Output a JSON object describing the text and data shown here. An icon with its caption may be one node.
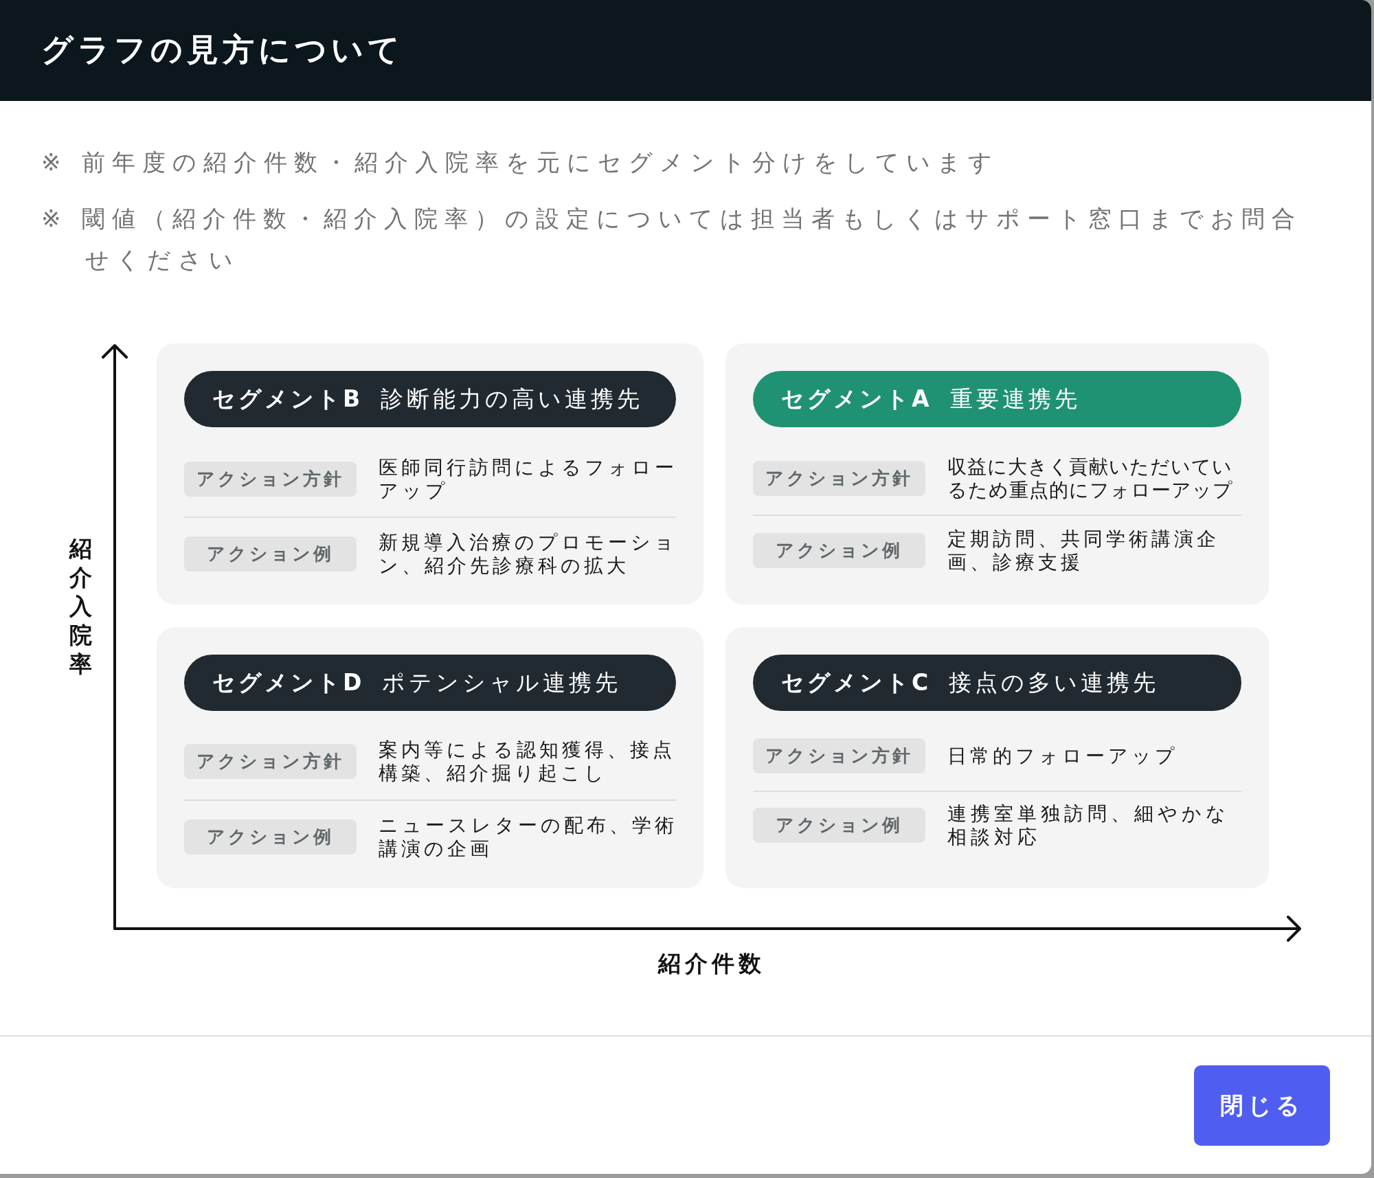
{
  "diagram": {
    "title": "グラフの見方について",
    "nodes": [
      {
        "text": [],
        "shape": "box"
      },
      {
        "text": [
          "セグメントB",
          "診断能力の高い連携先"
        ],
        "in": 0
      },
      {
        "text": [
          "アクション方針"
        ],
        "in": 0,
        "beside": [
          "医師同行訪問によるフォローアップ"
        ]
      },
      {
        "text": [
          "アクション例"
        ],
        "in": 0,
        "beside": [
          "新規導入治療のプロモーション、紹介先診療科の拡大"
        ]
      },
      {
        "text": [],
        "shape": "box"
      },
      {
        "text": [
          "セグメントA",
          "重要連携先"
        ],
        "in": 4
      },
      {
        "text": [
          "アクション方針"
        ],
        "in": 4,
        "beside": [
          "収益に大きく貢献いただいているため重点的にフォローアップ"
        ]
      },
      {
        "text": [
          "アクション例"
        ],
        "in": 4,
        "beside": [
          "定期訪問、共同学術講演企画、診療支援"
        ]
      },
      {
        "text": [],
        "shape": "box"
      },
      {
        "text": [
          "セグメントD",
          "ポテンシャル連携先"
        ],
        "in": 8
      },
      {
        "text": [
          "アクション方針"
        ],
        "in": 8,
        "beside": [
          "案内等による認知獲得、接点構築、紹介掘り起こし"
        ]
      },
      {
        "text": [
          "アクション例"
        ],
        "in": 8,
        "beside": [
          "ニュースレターの配布、学術講演の企画"
        ]
      },
      {
        "text": [],
        "shape": "box"
      },
      {
        "text": [
          "セグメントC",
          "接点の多い連携先"
        ],
        "in": 12
      },
      {
        "text": [
          "アクション方針"
        ],
        "in": 12,
        "beside": [
          "日常的フォローアップ"
        ]
      },
      {
        "text": [
          "アクション例"
        ],
        "in": 12,
        "beside": [
          "連携室単独訪問、細やかな相談対応"
        ]
      },
      {
        "text": [
          "閉じる"
        ]
      }
    ],
    "labels": [
      "※ 前年度の紹介件数・紹介入院率を元にセグメント分けをしています",
      "※ 閾値（紹介件数・紹介入院率）の設定については担当者もしくはサポート窓口までお問合せください",
      "紹介入院率",
      "紹介件数"
    ]
  }
}
